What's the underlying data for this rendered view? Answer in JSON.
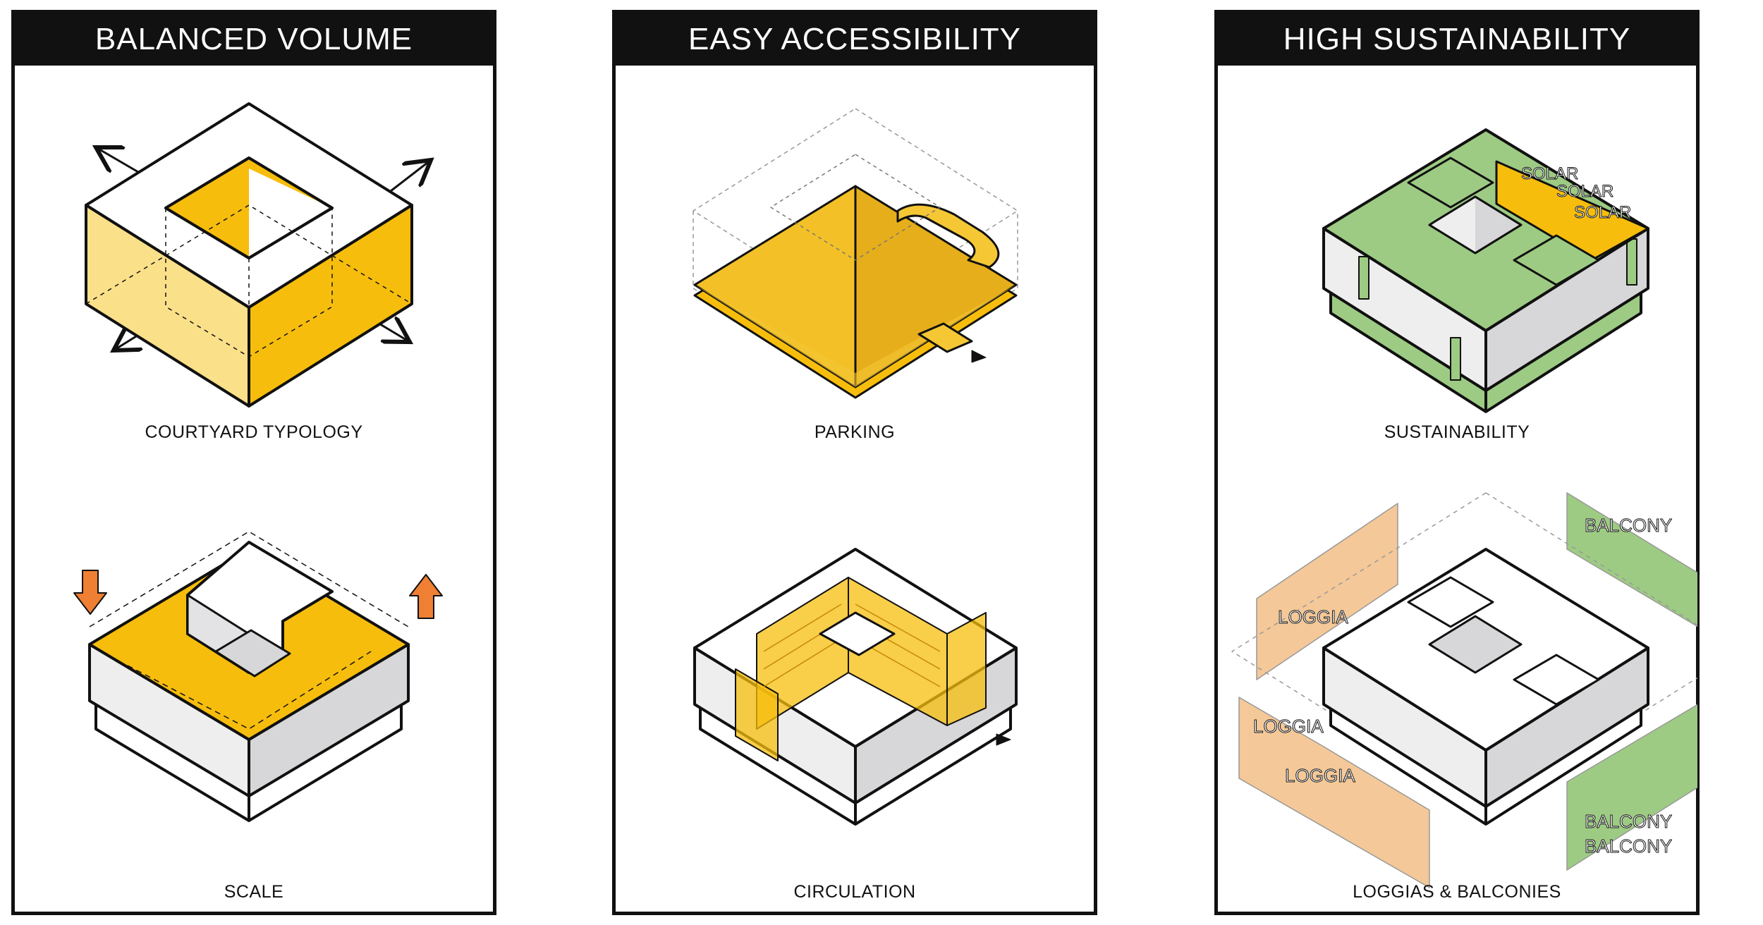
{
  "colors": {
    "yellow": "#F7BD0C",
    "yellow_light": "#FBE08A",
    "green": "#9DCB83",
    "orange_light": "#F4C898",
    "arrow_orange": "#EE7F33",
    "wall_grey": "#D7D6D8",
    "wall_light": "#EEEEEF"
  },
  "panels": [
    {
      "title": "BALANCED VOLUME",
      "diagrams": [
        {
          "caption": "COURTYARD TYPOLOGY"
        },
        {
          "caption": "SCALE"
        }
      ]
    },
    {
      "title": "EASY ACCESSIBILITY",
      "diagrams": [
        {
          "caption": "PARKING"
        },
        {
          "caption": "CIRCULATION"
        }
      ]
    },
    {
      "title": "HIGH SUSTAINABILITY",
      "diagrams": [
        {
          "caption": "SUSTAINABILITY",
          "pattern_text": "SOLAR"
        },
        {
          "caption": "LOGGIAS & BALCONIES",
          "pattern_text_left": "LOGGIA",
          "pattern_text_right": "BALCONY"
        }
      ]
    }
  ]
}
